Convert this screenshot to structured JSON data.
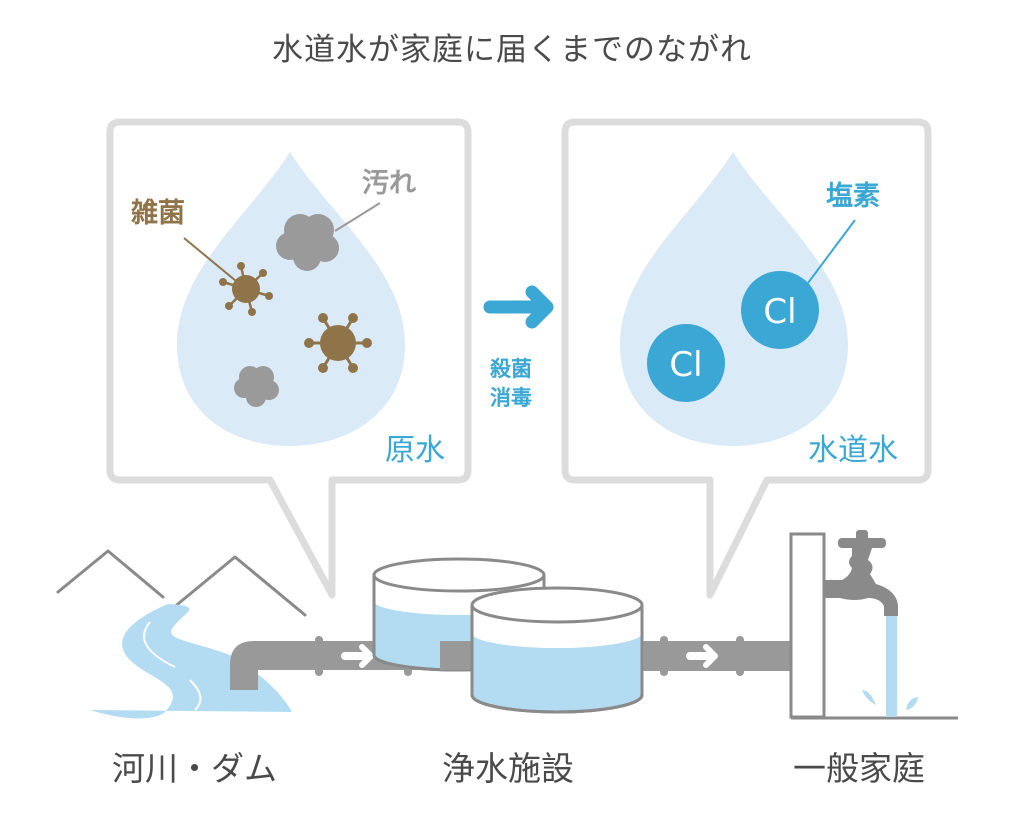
{
  "title": "水道水が家庭に届くまでのながれ",
  "colors": {
    "text_dark": "#4a4a4a",
    "bubble_border": "#dcdcdc",
    "drop_fill": "#dbeaf7",
    "accent_blue": "#3aa7d4",
    "germ_brown": "#8f7449",
    "dirt_gray": "#9a9a9a",
    "pipe_gray": "#999999",
    "water_light": "#b3dcf3"
  },
  "left_bubble": {
    "label": "原水",
    "germs_label": "雑菌",
    "dirt_label": "汚れ"
  },
  "process": {
    "arrow_icon": "arrow-right-icon",
    "line1": "殺菌",
    "line2": "消毒"
  },
  "right_bubble": {
    "label": "水道水",
    "chlorine_label": "塩素",
    "molecule_text": "Cl"
  },
  "stages": {
    "source": "河川・ダム",
    "plant": "浄水施設",
    "home": "一般家庭"
  }
}
